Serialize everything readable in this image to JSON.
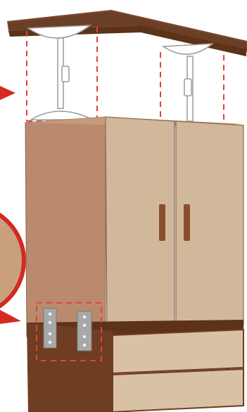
{
  "illustration": {
    "subject": "cabinet-with-wall-anchors",
    "colors": {
      "shelf_top": "#7a4a2e",
      "shelf_front": "#6b3f26",
      "cabinet_side": "#b98a6d",
      "cabinet_front": "#d2b89a",
      "cabinet_outline": "#8a6a55",
      "handle": "#8a4e2c",
      "plinth_side": "#6e3d22",
      "plinth_front": "#d9c1a5",
      "plinth_back": "#5c3219",
      "dashed_guide": "#e0443a",
      "callout_ring": "#d42a22",
      "callout_fill": "#c9a07d",
      "bracket": "#a8a8a8",
      "bracket_hole": "#f4f4f4",
      "anchor_stroke": "#9a9a9a",
      "anchor_fill": "#ffffff"
    },
    "parts": [
      "overhead-shelf",
      "left-anchor-arm",
      "right-anchor-arm",
      "cabinet-body",
      "left-door",
      "right-door",
      "door-handles",
      "plinth-drawers",
      "l-brackets",
      "callout-circle"
    ]
  }
}
